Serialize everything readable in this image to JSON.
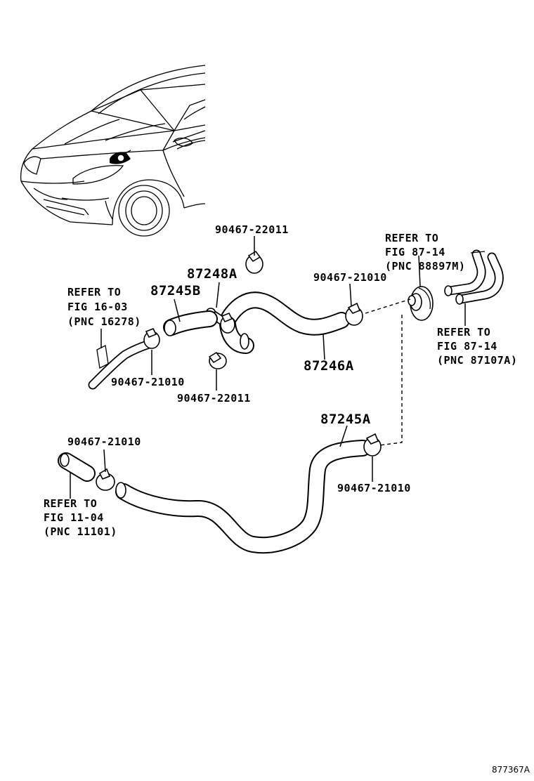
{
  "diagram": {
    "figure_code": "877367A",
    "part_labels": {
      "p90467_22011_top": "90467-22011",
      "p87248A": "87248A",
      "p87245B": "87245B",
      "p90467_21010_upper_left": "90467-21010",
      "p90467_22011_bottom": "90467-22011",
      "p90467_21010_upper_right": "90467-21010",
      "p87246A": "87246A",
      "p87245A": "87245A",
      "p90467_21010_lower_left": "90467-21010",
      "p90467_21010_lower_right": "90467-21010"
    },
    "references": {
      "fig_16_03": {
        "line1": "REFER TO",
        "line2": "FIG 16-03",
        "line3": "(PNC 16278)"
      },
      "fig_87_14_top": {
        "line1": "REFER TO",
        "line2": "FIG 87-14",
        "line3": "(PNC 88897M)"
      },
      "fig_87_14_right": {
        "line1": "REFER TO",
        "line2": "FIG 87-14",
        "line3": "(PNC 87107A)"
      },
      "fig_11_04": {
        "line1": "REFER TO",
        "line2": "FIG 11-04",
        "line3": "(PNC 11101)"
      }
    }
  }
}
